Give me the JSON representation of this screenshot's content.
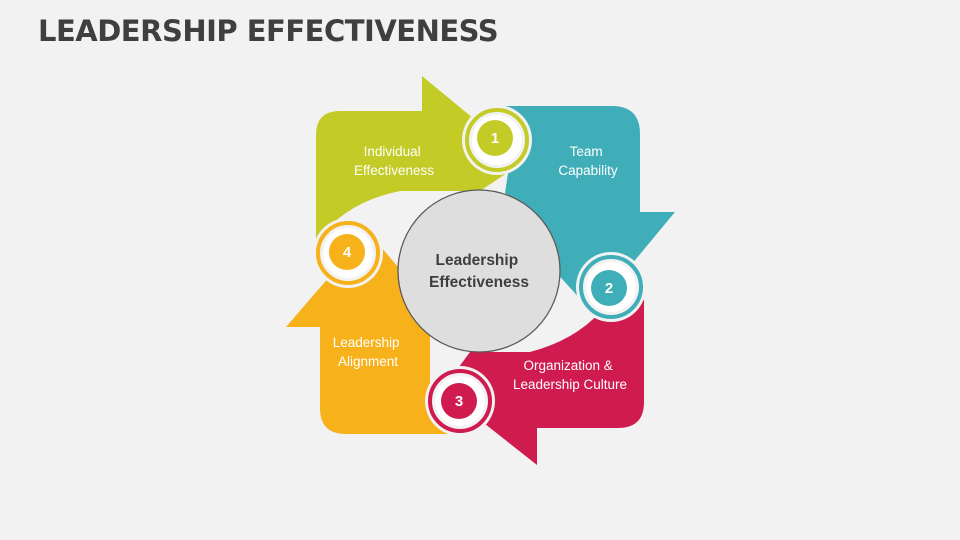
{
  "title": "LEADERSHIP EFFECTIVENESS",
  "center": {
    "line1": "Leadership",
    "line2": "Effectiveness"
  },
  "segments": [
    {
      "number": "1",
      "line1": "Individual",
      "line2": "Effectiveness",
      "color": "#c3cb26"
    },
    {
      "number": "2",
      "line1": "Team",
      "line2": "Capability",
      "color": "#40aeb8"
    },
    {
      "number": "3",
      "line1": "Organization &",
      "line2": "Leadership Culture",
      "color": "#cf1b4e"
    },
    {
      "number": "4",
      "line1": "Leadership",
      "line2": "Alignment",
      "color": "#f7b11a"
    }
  ]
}
